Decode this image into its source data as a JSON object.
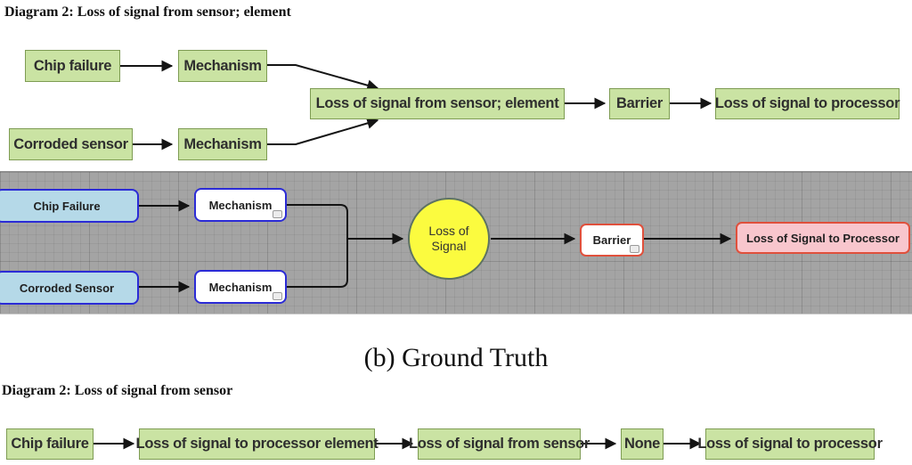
{
  "top_diagram": {
    "title": "Diagram 2: Loss of signal from sensor; element",
    "nodes": {
      "chip_failure": "Chip failure",
      "mechanism_1": "Mechanism",
      "corroded_sensor": "Corroded sensor",
      "mechanism_2": "Mechanism",
      "loss_from_sensor": "Loss of signal from sensor; element",
      "barrier": "Barrier",
      "loss_to_processor": "Loss of signal to processor"
    }
  },
  "canvas_diagram": {
    "nodes": {
      "chip_failure": "Chip Failure",
      "mechanism_1": "Mechanism",
      "corroded_sensor": "Corroded Sensor",
      "mechanism_2": "Mechanism",
      "loss_of_signal": "Loss of Signal",
      "barrier": "Barrier",
      "loss_to_processor": "Loss of Signal to Processor"
    },
    "colors": {
      "canvas_background": "#a4a4a4",
      "cause_fill": "#b5d9e8",
      "cause_border": "#2b2bd6",
      "event_fill": "#fbfb3f",
      "event_border": "#5d7263",
      "barrier_border": "#e0503c",
      "consequence_fill": "#f8c6cd"
    }
  },
  "caption": "(b) Ground Truth",
  "bottom_diagram": {
    "title": "Diagram 2: Loss of signal from sensor",
    "nodes": {
      "chip_failure": "Chip failure",
      "loss_to_processor_element": "Loss of signal to processor element",
      "loss_from_sensor": "Loss of signal from sensor",
      "none": "None",
      "loss_to_processor": "Loss of signal to processor"
    },
    "colors": {
      "box_fill": "#cae3a3",
      "box_border": "#7e9c53"
    }
  }
}
